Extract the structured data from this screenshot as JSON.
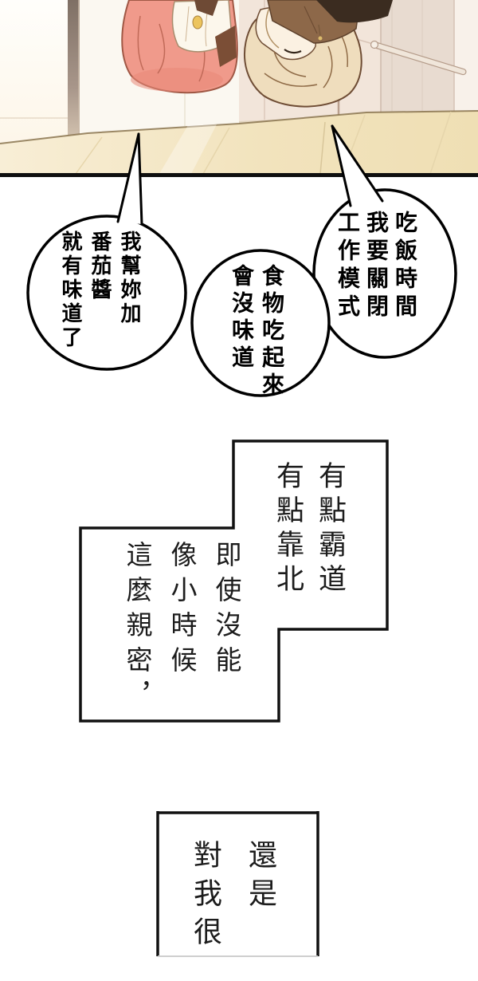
{
  "page": {
    "kind": "vertical-webtoon-strip",
    "bubbles": [
      {
        "id": "bubble-left",
        "text": "我幫妳加\n番茄醬\n就有味道了"
      },
      {
        "id": "bubble-middle",
        "text": "食物吃起來\n會沒味道"
      },
      {
        "id": "bubble-right",
        "text": "吃飯時間\n我要關閉\n工作模式"
      }
    ],
    "narration": [
      {
        "id": "box-top",
        "text": "有點霸道\n有點靠北"
      },
      {
        "id": "box-middle",
        "text": "即使沒能\n像小時候\n這麼親密，"
      },
      {
        "id": "box-bottom",
        "text": "還是\n對我很"
      }
    ],
    "palette": {
      "page_background": "#ffffff",
      "panel_border": "#0f0f0f",
      "wall": "#f9f5ec",
      "cabinet": "#f2e5da",
      "floor": "#f2e3bd",
      "pink_outfit": "#f09a8b",
      "blonde_hair": "#efddbd",
      "brown_outfit": "#8d6849",
      "dark_jacket": "#3b2c20",
      "gold_bead": "#ecc45e",
      "text_color": "#000000"
    }
  }
}
